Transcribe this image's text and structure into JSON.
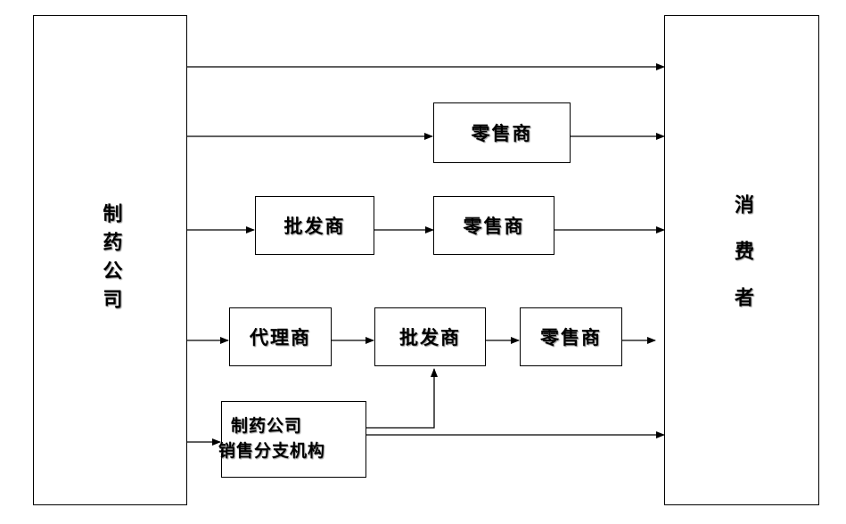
{
  "manufacturer": "制药公司",
  "consumer": "消费者",
  "channel2": {
    "retailer": "零售商"
  },
  "channel3": {
    "wholesaler": "批发商",
    "retailer": "零售商"
  },
  "channel4": {
    "agent": "代理商",
    "wholesaler": "批发商",
    "retailer": "零售商"
  },
  "channel5": {
    "branch_line1": "制药公司",
    "branch_line2": "销售分支机构"
  },
  "colors": {
    "line": "#000000",
    "box_border": "#000000",
    "background": "#ffffff"
  }
}
